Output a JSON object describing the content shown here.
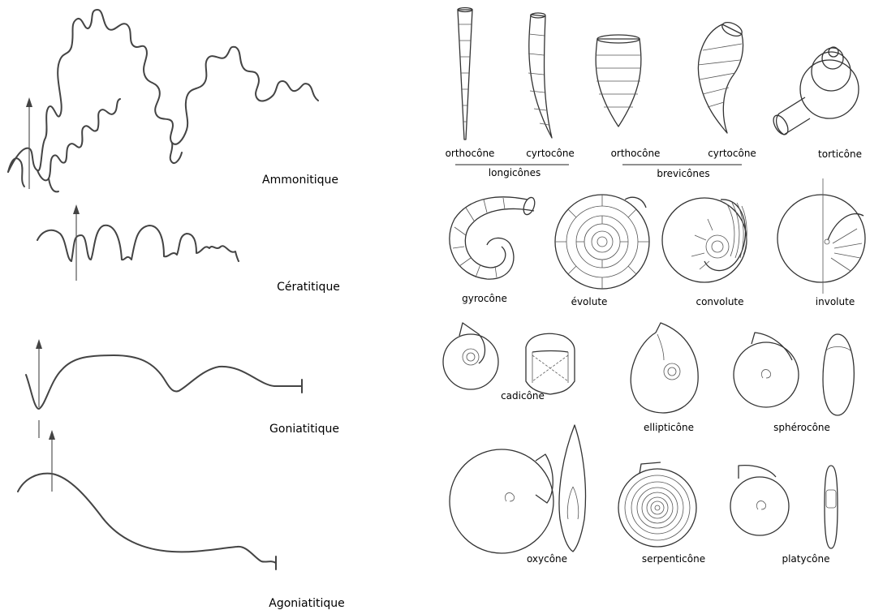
{
  "suture_types": [
    {
      "label": "Ammonitique"
    },
    {
      "label": "Cératitique"
    },
    {
      "label": "Goniatitique"
    },
    {
      "label": "Agoniatitique"
    }
  ],
  "shell_forms": [
    {
      "label": "orthocône"
    },
    {
      "label": "cyrtocône"
    },
    {
      "label": "orthocône"
    },
    {
      "label": "cyrtocône"
    },
    {
      "label": "torticône"
    },
    {
      "label": "gyrocône"
    },
    {
      "label": "évolute"
    },
    {
      "label": "convolute"
    },
    {
      "label": "involute"
    },
    {
      "label": "cadicône"
    },
    {
      "label": "ellipticône"
    },
    {
      "label": "sphérocône"
    },
    {
      "label": "oxycône"
    },
    {
      "label": "serpenticône"
    },
    {
      "label": "platycône"
    }
  ],
  "groups": [
    {
      "label": "longicônes"
    },
    {
      "label": "brevicônes"
    }
  ]
}
